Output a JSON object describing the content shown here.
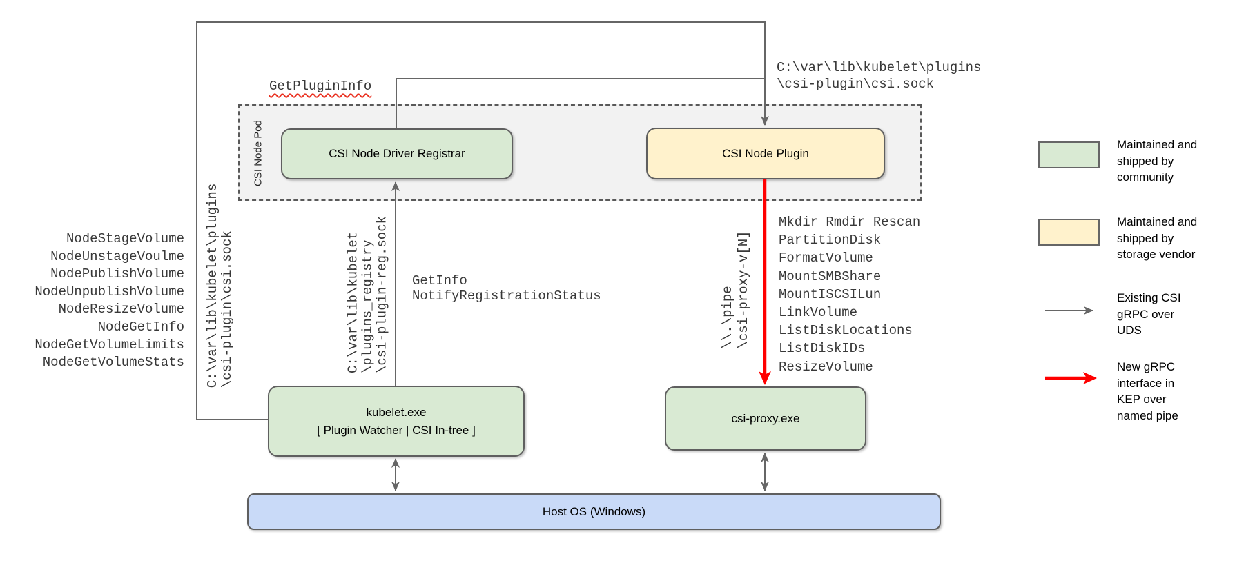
{
  "diagram": {
    "pod": {
      "label": "CSI Node Pod"
    },
    "nodes": {
      "registrar": {
        "label": "CSI Node Driver Registrar"
      },
      "plugin": {
        "label": "CSI Node Plugin"
      },
      "kubelet": {
        "title": "kubelet.exe",
        "subtitle": "[ Plugin Watcher | CSI In-tree ]"
      },
      "csi_proxy": {
        "label": "csi-proxy.exe"
      },
      "host_os": {
        "label": "Host OS (Windows)"
      }
    },
    "labels": {
      "get_plugin_info": "GetPluginInfo",
      "plugin_socket_lines": [
        "C:\\var\\lib\\kubelet\\plugins",
        "\\csi-plugin\\csi.sock"
      ],
      "kubelet_socket_rotated_lines": [
        "C:\\var\\lib\\kubelet\\plugins",
        "\\csi-plugin\\csi.sock"
      ],
      "registration_socket_rotated_lines": [
        "C:\\var\\lib\\kubelet",
        "\\plugins_registry",
        "\\csi-plugin-reg.sock"
      ],
      "registration_calls": [
        "GetInfo",
        "NotifyRegistrationStatus"
      ],
      "named_pipe_rotated_lines": [
        "\\\\.\\pipe",
        "\\csi-proxy-v[N]"
      ],
      "node_methods": [
        "NodeStageVolume",
        "NodeUnstageVoulme",
        "NodePublishVolume",
        "NodeUnpublishVolume",
        "NodeResizeVolume",
        "NodeGetInfo",
        "NodeGetVolumeLimits",
        "NodeGetVolumeStats"
      ],
      "proxy_methods": [
        "Mkdir Rmdir Rescan",
        "PartitionDisk",
        "FormatVolume",
        "MountSMBShare",
        "MountISCSILun",
        "LinkVolume",
        "ListDiskLocations",
        "ListDiskIDs",
        "ResizeVolume"
      ]
    },
    "legend": {
      "community": {
        "color": "#d9ead3",
        "lines": [
          "Maintained and",
          "shipped by",
          "community"
        ]
      },
      "vendor": {
        "color": "#fff2cc",
        "lines": [
          "Maintained and",
          "shipped by",
          "storage vendor"
        ]
      },
      "existing_grpc": {
        "color": "#666666",
        "lines": [
          "Existing CSI",
          "gRPC over",
          "UDS"
        ]
      },
      "new_grpc": {
        "color": "#ff0000",
        "lines": [
          "New gRPC",
          "interface in",
          "KEP over",
          "named pipe"
        ]
      }
    },
    "colors": {
      "community_green": "#d9ead3",
      "vendor_yellow": "#fff2cc",
      "host_blue": "#c9daf8",
      "pod_gray": "#f2f2f2",
      "line_gray": "#666666",
      "new_interface_red": "#ff0000"
    }
  }
}
